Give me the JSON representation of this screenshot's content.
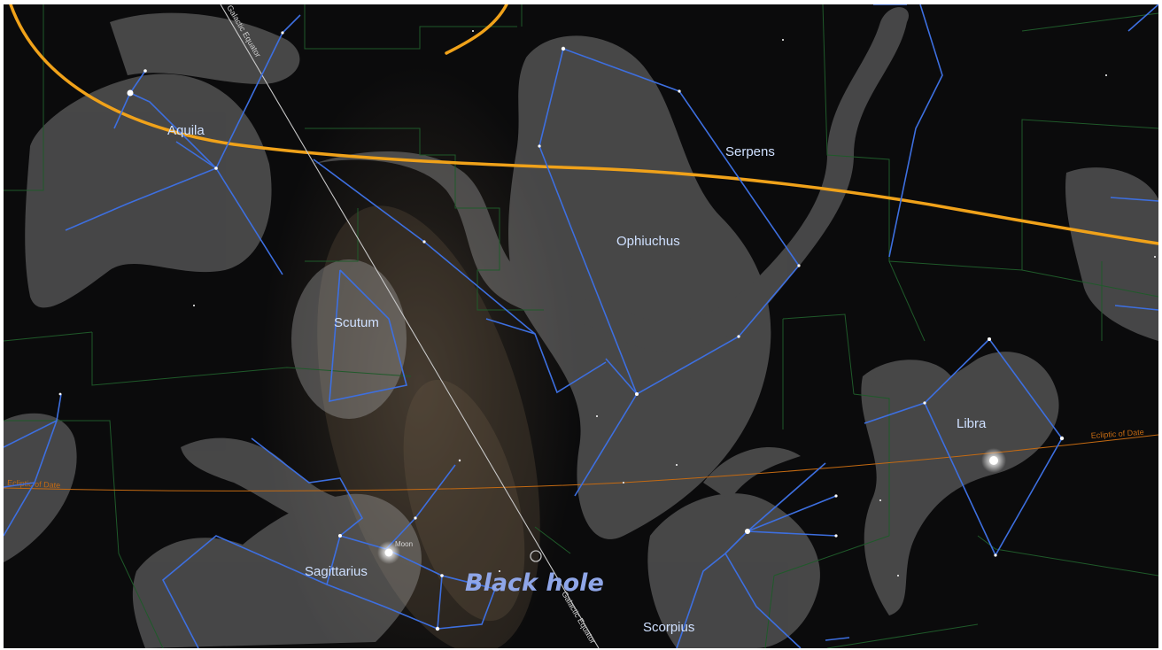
{
  "constellations": {
    "aquila": "Aquila",
    "serpens": "Serpens",
    "ophiuchus": "Ophiuchus",
    "scutum": "Scutum",
    "libra": "Libra",
    "sagittarius": "Sagittarius",
    "scorpius": "Scorpius"
  },
  "reference_lines": {
    "galactic_equator": "Galactic Equator",
    "ecliptic_of_date": "Ecliptic of Date"
  },
  "objects": {
    "moon": "Moon",
    "black_hole": "Black hole"
  },
  "colors": {
    "constellation_line": "#3d6fe0",
    "boundary": "#1f5a2a",
    "orbit": "#f0a21a",
    "ecliptic": "#c46a12",
    "galactic_equator": "#c8c8c8",
    "label": "#cfe0ff"
  }
}
